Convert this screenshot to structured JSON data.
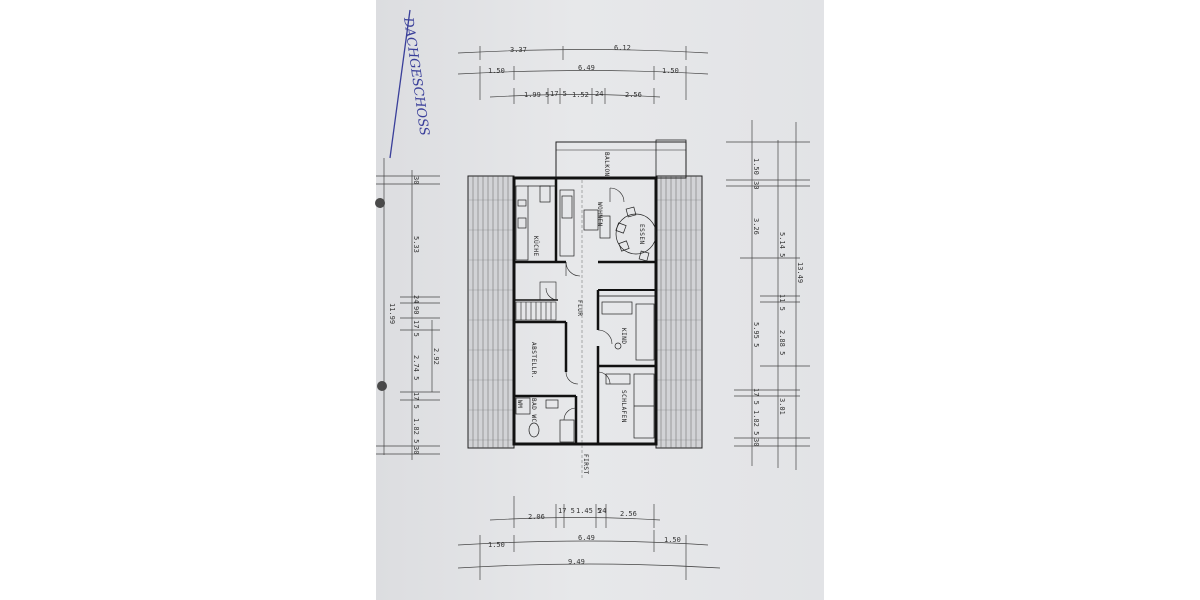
{
  "heading": "DACHGESCHOSS",
  "rooms": {
    "balkon": "BALKON",
    "wohnen": "WOHNEN",
    "essen": "ESSEN",
    "kueche": "KÜCHE",
    "flur": "FLUR",
    "kind": "KIND",
    "abstellr": "ABSTELLR.",
    "bad_wc": "BAD WC",
    "wm": "WM",
    "schlafen": "SCHLAFEN",
    "first": "FIRST"
  },
  "dimensions": {
    "top_row1": [
      "3.37",
      "6.12"
    ],
    "top_row2": [
      "1.50",
      "6.49",
      "1.50"
    ],
    "top_row3": [
      "1.99 5",
      "17 5",
      "1.52",
      "24",
      "2.56"
    ],
    "left_outer": "11.99",
    "left_inner": [
      "30",
      "5.33",
      "24",
      "90",
      "17 5",
      "2.74 5",
      "17 5",
      "1.82 5",
      "30"
    ],
    "left_small": "2.92",
    "right_inner": [
      "1.50",
      "30",
      "3.26",
      "5.14 5",
      "11 5",
      "5.95 5",
      "2.88 5",
      "17 5",
      "1.82 5",
      "30"
    ],
    "right_mid": "3.01",
    "right_outer": "13.49",
    "bottom_row1": [
      "2.06",
      "17 5",
      "1.45 5",
      "24",
      "2.56"
    ],
    "bottom_row2": [
      "1.50",
      "6.49",
      "1.50"
    ],
    "bottom_row3": "9.49"
  }
}
